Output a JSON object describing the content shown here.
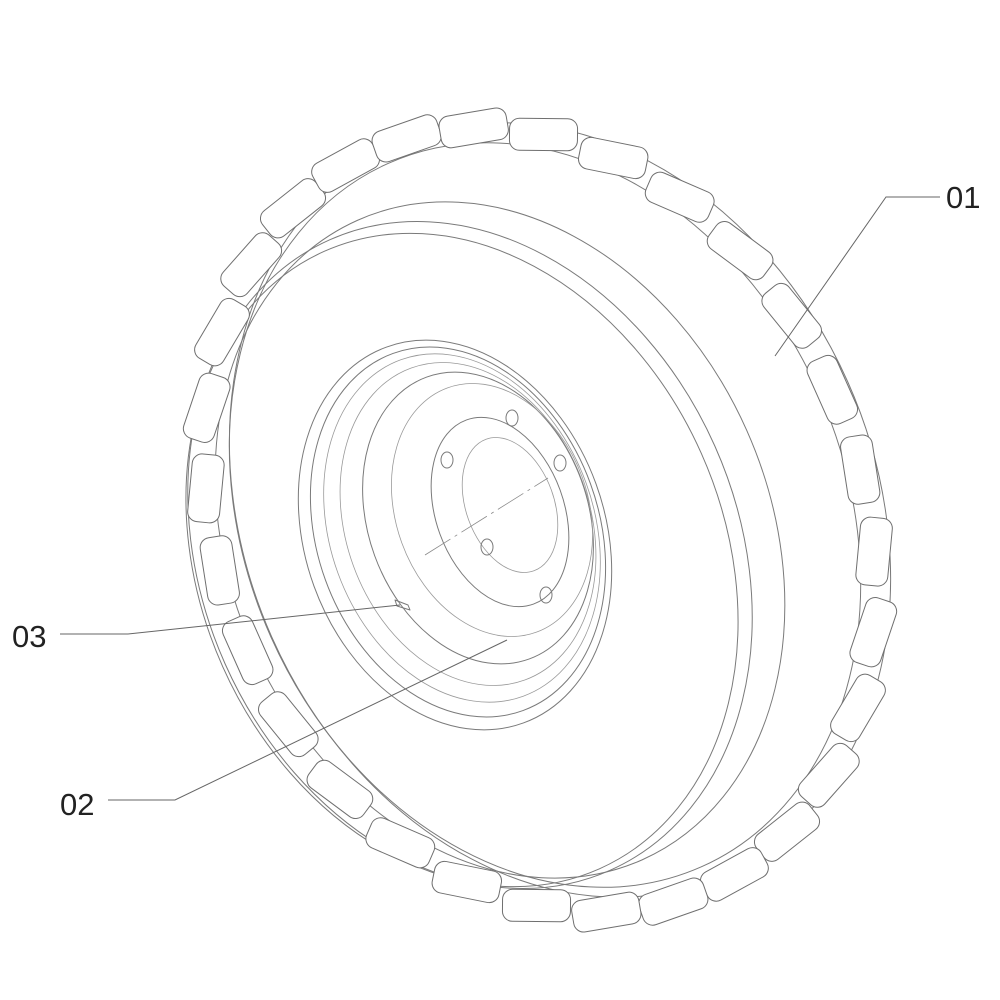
{
  "callouts": [
    {
      "id": "01",
      "label": "01"
    },
    {
      "id": "02",
      "label": "02"
    },
    {
      "id": "03",
      "label": "03"
    }
  ]
}
